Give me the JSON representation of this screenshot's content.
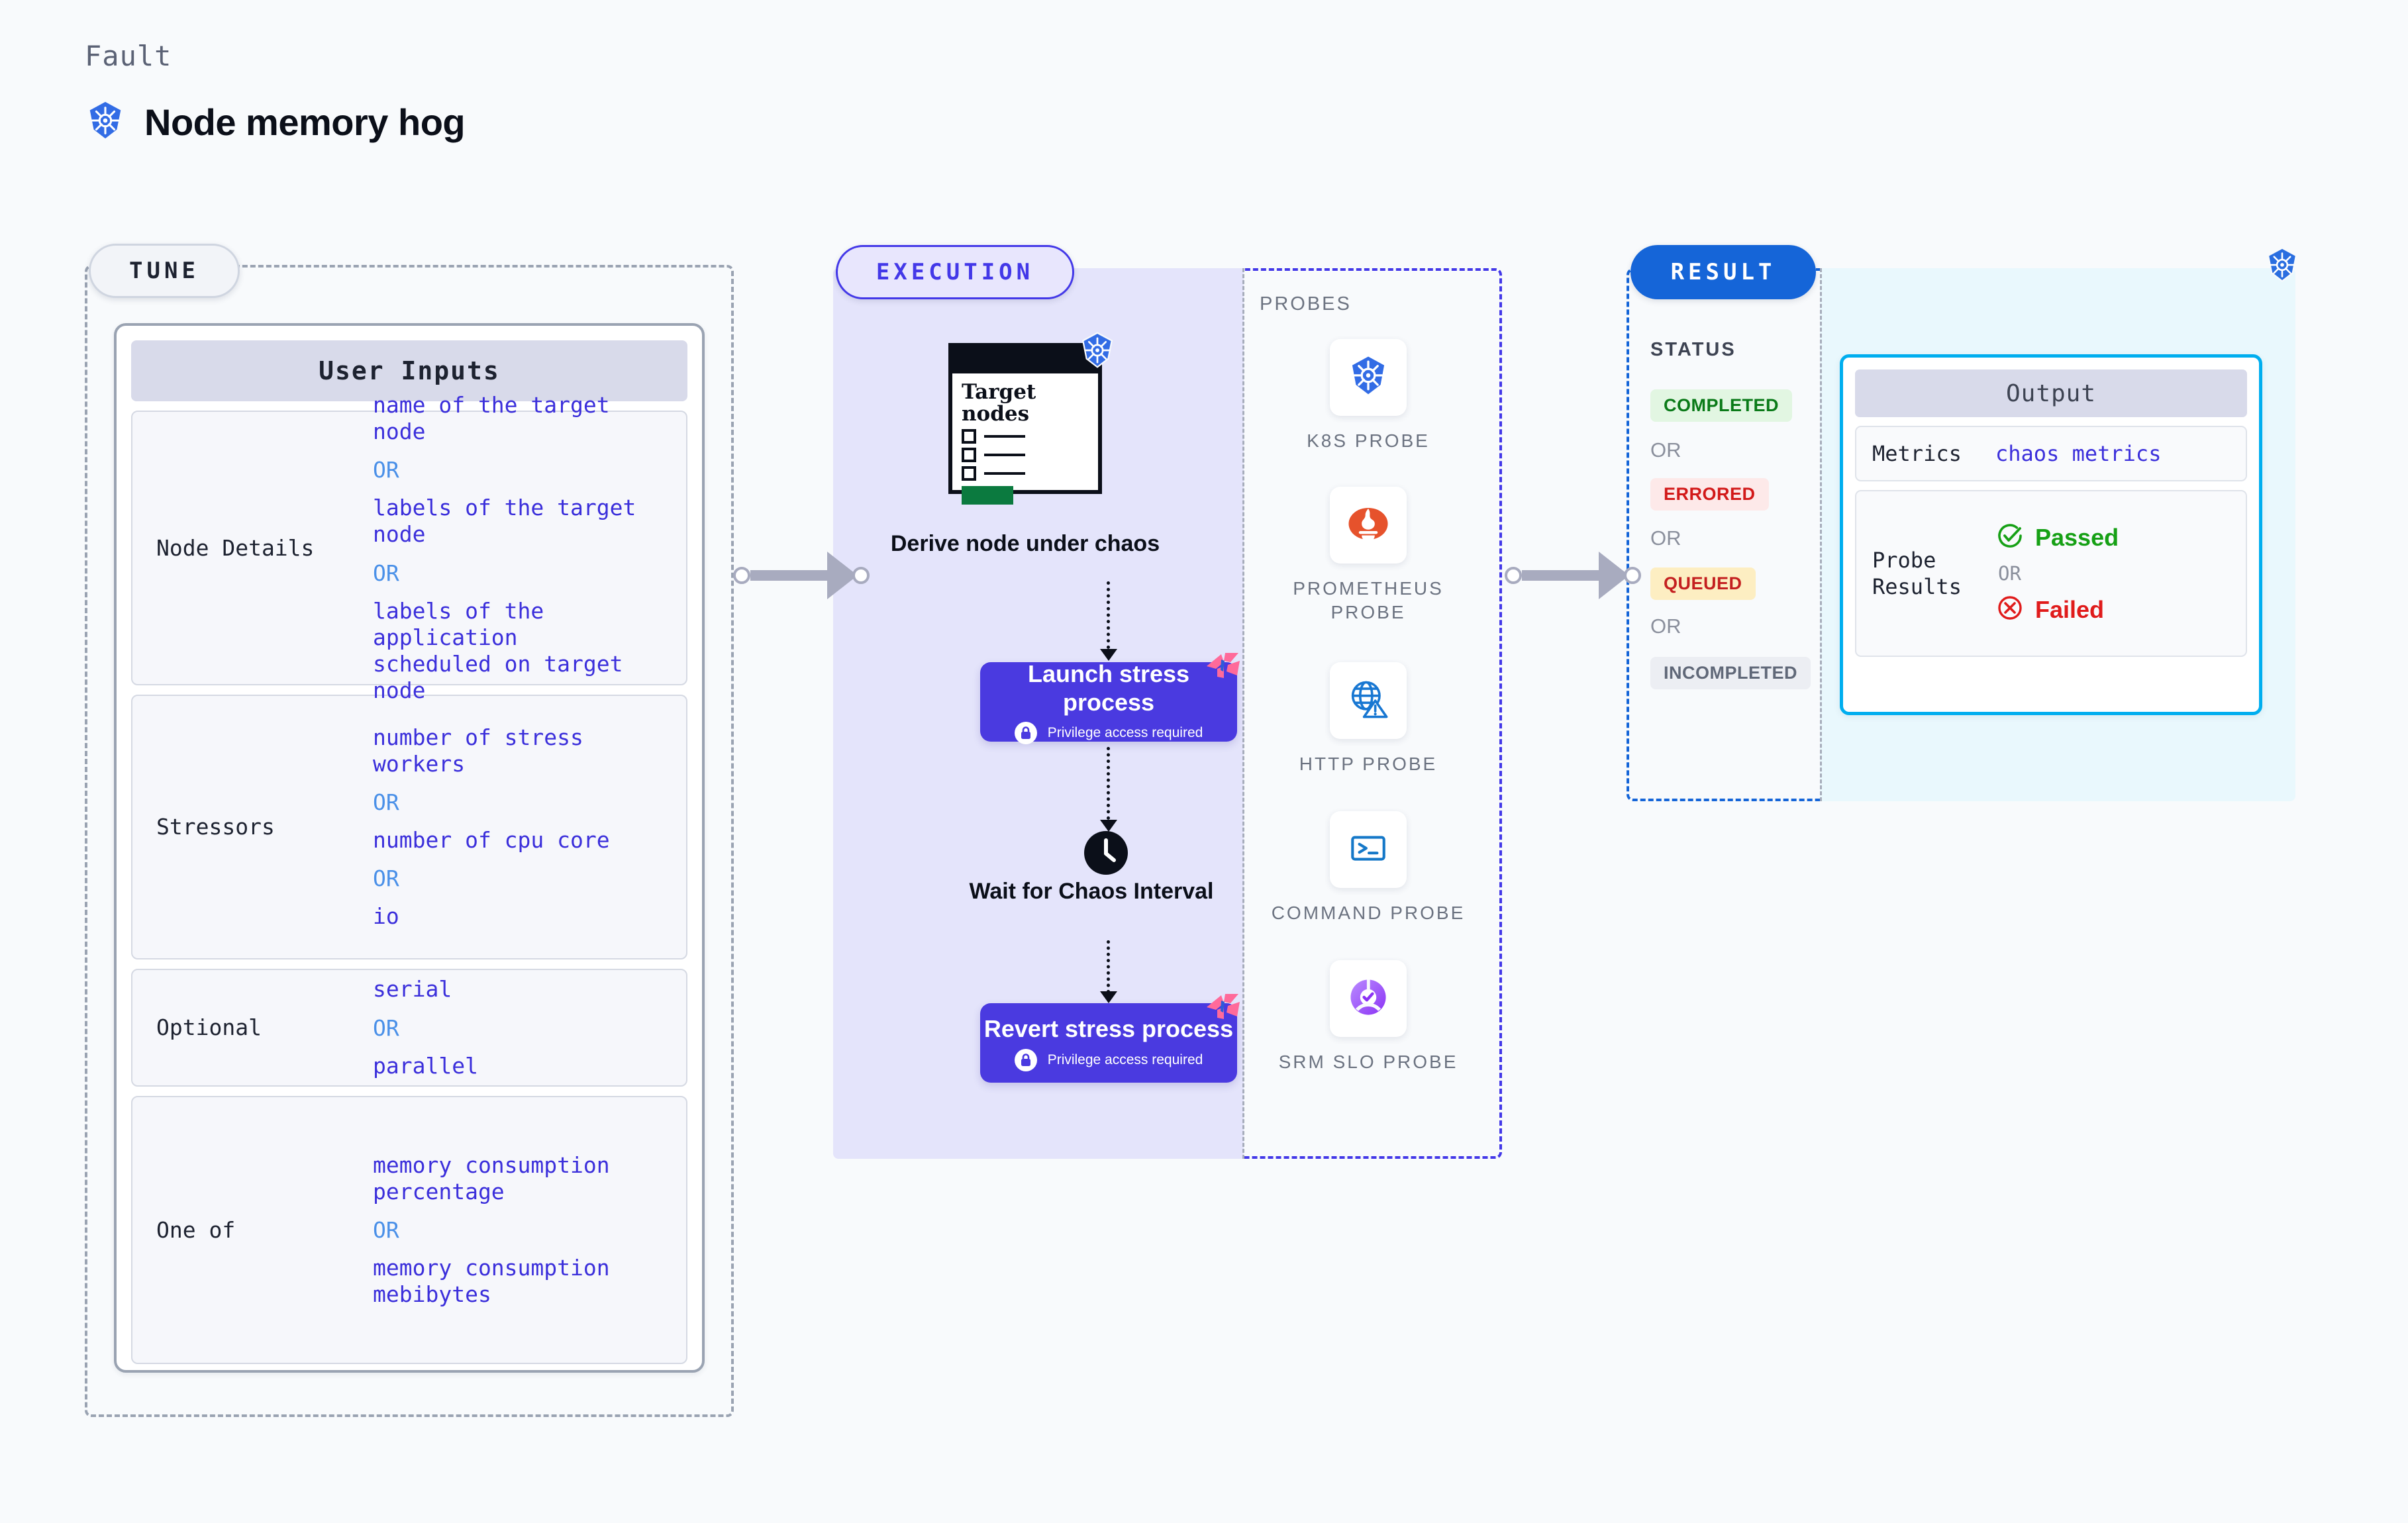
{
  "header": {
    "kicker": "Fault",
    "title": "Node memory hog",
    "icon": "kubernetes-icon"
  },
  "tune": {
    "pill_label": "TUNE",
    "card_title": "User Inputs",
    "rows": [
      {
        "label": "Node Details",
        "values": [
          "name of the target node",
          "labels of the target node",
          "labels of the application\n scheduled on target node"
        ],
        "separator": "OR"
      },
      {
        "label": "Stressors",
        "values": [
          "number of stress workers",
          "number of cpu core",
          "io"
        ],
        "separator": "OR"
      },
      {
        "label": "Optional",
        "values": [
          "serial",
          "parallel"
        ],
        "separator": "OR"
      },
      {
        "label": "One of",
        "values": [
          "memory consumption percentage",
          "memory consumption mebibytes"
        ],
        "separator": "OR"
      }
    ]
  },
  "execution": {
    "pill_label": "EXECUTION",
    "target_card": {
      "title": "Target\nnodes",
      "icon": "kubernetes-icon",
      "checkbox_count": 3
    },
    "steps": [
      {
        "caption": "Derive node under chaos"
      },
      {
        "title": "Launch stress process",
        "subtitle": "Privilege access required",
        "icon": "lock-icon",
        "badge": "harness-ribbon"
      },
      {
        "caption": "Wait for Chaos Interval",
        "icon": "clock-icon"
      },
      {
        "title": "Revert stress process",
        "subtitle": "Privilege access required",
        "icon": "lock-icon",
        "badge": "harness-ribbon"
      }
    ],
    "probes_label": "PROBES",
    "probes": [
      {
        "label": "K8S PROBE",
        "icon": "kubernetes-icon"
      },
      {
        "label": "PROMETHEUS PROBE",
        "icon": "prometheus-icon"
      },
      {
        "label": "HTTP PROBE",
        "icon": "globe-warning-icon"
      },
      {
        "label": "COMMAND PROBE",
        "icon": "terminal-icon"
      },
      {
        "label": "SRM SLO PROBE",
        "icon": "slo-gauge-icon"
      }
    ]
  },
  "result": {
    "pill_label": "RESULT",
    "k8s_badge": "kubernetes-icon",
    "status_label": "STATUS",
    "status_separator": "OR",
    "statuses": [
      {
        "label": "COMPLETED",
        "bg": "#e2f6e2",
        "fg": "#0a7a18"
      },
      {
        "label": "ERRORED",
        "bg": "#fde9e9",
        "fg": "#d21919"
      },
      {
        "label": "QUEUED",
        "bg": "#fdeec2",
        "fg": "#c42020"
      },
      {
        "label": "INCOMPLETED",
        "bg": "#eceef3",
        "fg": "#606878"
      }
    ],
    "output": {
      "title": "Output",
      "metrics_label": "Metrics",
      "metrics_value": "chaos metrics",
      "probe_results_label": "Probe Results",
      "passed_label": "Passed",
      "failed_label": "Failed",
      "separator": "OR",
      "passed_color": "#16a015",
      "failed_color": "#e01b1b"
    }
  },
  "colors": {
    "page_bg": "#f8fafc",
    "tune_border": "#9aa3b2",
    "exec_border": "#4338e8",
    "exec_bg": "#e4e4fb",
    "result_border": "#1565d8",
    "result_bg": "#e9f8fd",
    "step_bg": "#4a3ae0",
    "value_text": "#3b2fdb",
    "or_text": "#4a90e8",
    "output_border": "#00aeef"
  }
}
